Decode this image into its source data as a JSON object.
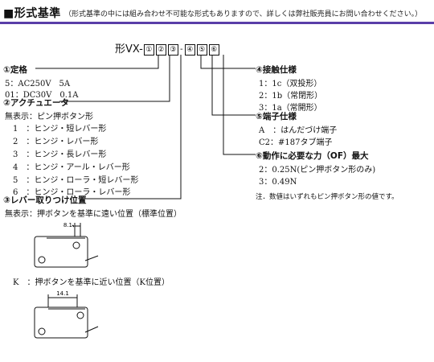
{
  "header": {
    "title": "■形式基準",
    "note": "（形式基準の中には組み合わせ不可能な形式もありますので、詳しくは弊社販売員にお問い合わせください。）"
  },
  "code": {
    "prefix": "形VX-",
    "boxes": [
      "①",
      "②",
      "③",
      "④",
      "⑤",
      "⑥"
    ],
    "dash": "-"
  },
  "rating": {
    "heading": "①定格",
    "items": [
      "5：AC250V　5A",
      "01：DC30V　0.1A"
    ]
  },
  "actuator": {
    "heading": "②アクチュエータ",
    "items": [
      "無表示：ピン押ボタン形",
      "1　：ヒンジ・短レバー形",
      "2　：ヒンジ・レバー形",
      "3　：ヒンジ・長レバー形",
      "4　：ヒンジ・アール・レバー形",
      "5　：ヒンジ・ローラ・短レバー形",
      "6　：ヒンジ・ローラ・レバー形"
    ]
  },
  "lever": {
    "heading": "③レバー取りつけ位置",
    "items": [
      "無表示：押ボタンを基準に遠い位置（標準位置）",
      "K　：押ボタンを基準に近い位置（K位置）"
    ],
    "dims": [
      "8.1",
      "14.1"
    ]
  },
  "contact": {
    "heading": "④接触仕様",
    "items": [
      "1：1c（双投形）",
      "2：1b（常閉形）",
      "3：1a（常開形）"
    ]
  },
  "terminal": {
    "heading": "⑤端子仕様",
    "items": [
      "A　：はんだづけ端子",
      "C2：#187タブ端子"
    ]
  },
  "force": {
    "heading": "⑥動作に必要な力（OF）最大",
    "items": [
      "2：0.25N(ピン押ボタン形のみ)",
      "3：0.49N"
    ],
    "footnote": "注．数値はいずれもピン押ボタン形の値です。"
  },
  "colors": {
    "rule": "#5a3ea8"
  }
}
